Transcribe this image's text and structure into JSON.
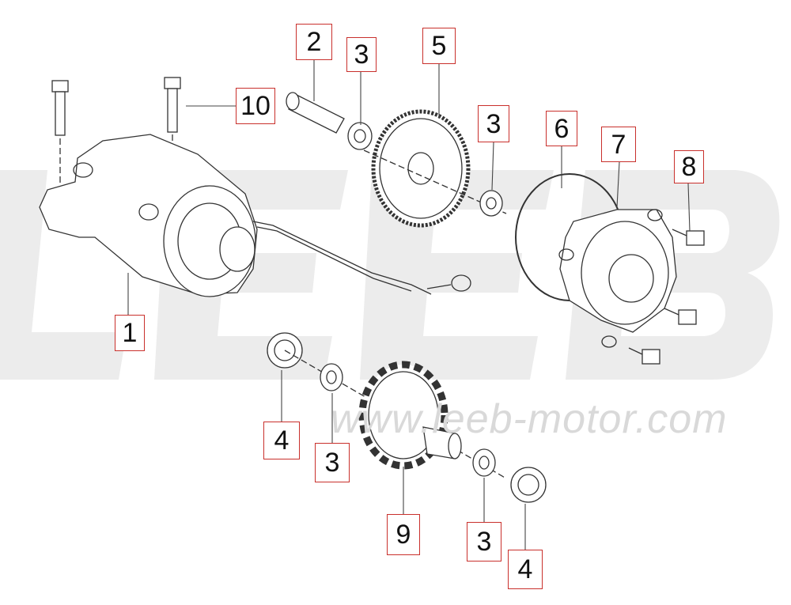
{
  "diagram": {
    "watermark": {
      "logo_text": "LEEB",
      "url": "www.leeb-motor.com"
    },
    "callouts": [
      {
        "id": "c1",
        "label": "1",
        "part": "starter-motor"
      },
      {
        "id": "c2",
        "label": "2",
        "part": "shaft"
      },
      {
        "id": "c3a",
        "label": "3",
        "part": "washer"
      },
      {
        "id": "c5",
        "label": "5",
        "part": "reduction-gear"
      },
      {
        "id": "c3b",
        "label": "3",
        "part": "washer"
      },
      {
        "id": "c6",
        "label": "6",
        "part": "o-ring"
      },
      {
        "id": "c7",
        "label": "7",
        "part": "starter-cover"
      },
      {
        "id": "c8",
        "label": "8",
        "part": "cover-bolt"
      },
      {
        "id": "c10",
        "label": "10",
        "part": "motor-bolt"
      },
      {
        "id": "c4a",
        "label": "4",
        "part": "needle-bearing"
      },
      {
        "id": "c3c",
        "label": "3",
        "part": "washer"
      },
      {
        "id": "c9",
        "label": "9",
        "part": "idler-gear"
      },
      {
        "id": "c3d",
        "label": "3",
        "part": "washer"
      },
      {
        "id": "c4b",
        "label": "4",
        "part": "needle-bearing"
      }
    ],
    "colors": {
      "callout_border": "#c9302c",
      "line": "#333333",
      "watermark": "#e6e6e6"
    }
  }
}
